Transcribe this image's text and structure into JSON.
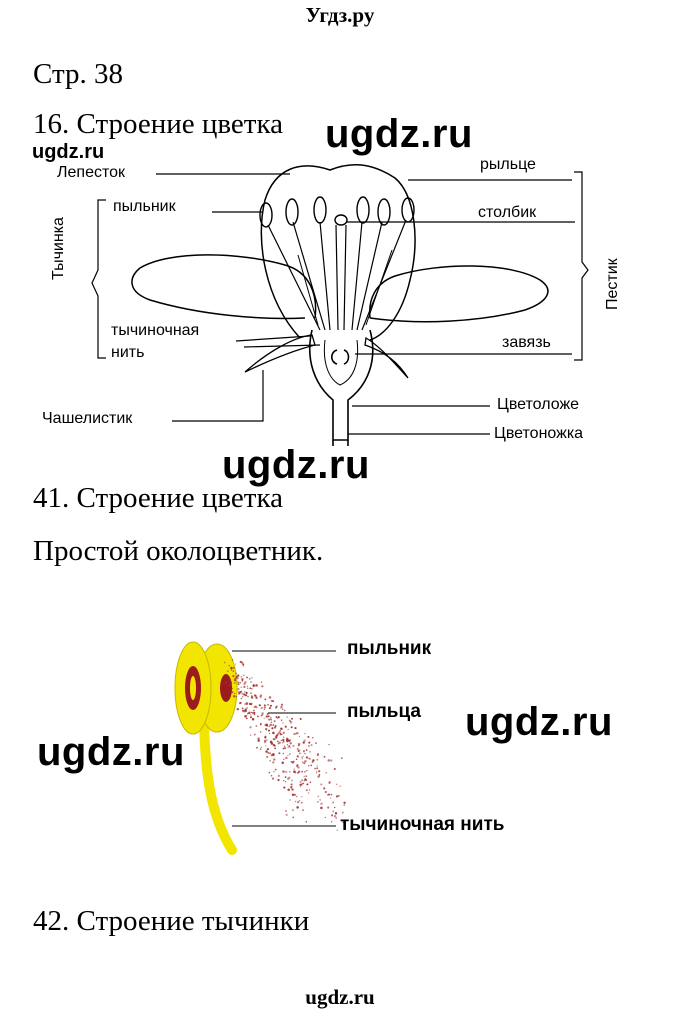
{
  "header": {
    "site": "Угдз.ру"
  },
  "page_ref": "Стр. 38",
  "task16": {
    "title": "16. Строение цветка",
    "labels": {
      "petal": "Лепесток",
      "anther": "пыльник",
      "stamen": "Тычинка",
      "filament_line1": "тычиночная",
      "filament_line2": "нить",
      "sepal": "Чашелистик",
      "stigma": "рыльце",
      "style": "столбик",
      "pistil": "Пестик",
      "ovary": "завязь",
      "receptacle": "Цветоложе",
      "peduncle": "Цветоножка"
    }
  },
  "task41": {
    "title": "41. Строение цветка",
    "answer": "Простой околоцветник."
  },
  "stamen_figure": {
    "labels": {
      "anther": "пыльник",
      "pollen": "пыльца",
      "filament": "тычиночная нить"
    },
    "colors": {
      "anther": "#f2e600",
      "pollen_sac": "#9b1c1c",
      "pollen": "#a03030",
      "filament": "#f2e600"
    }
  },
  "task42": {
    "title": "42. Строение тычинки"
  },
  "watermarks": {
    "small": "ugdz.ru",
    "w1": "ugdz.ru",
    "w2": "ugdz.ru",
    "w3": "ugdz.ru",
    "w4": "ugdz.ru"
  },
  "footer": {
    "site": "ugdz.ru"
  }
}
